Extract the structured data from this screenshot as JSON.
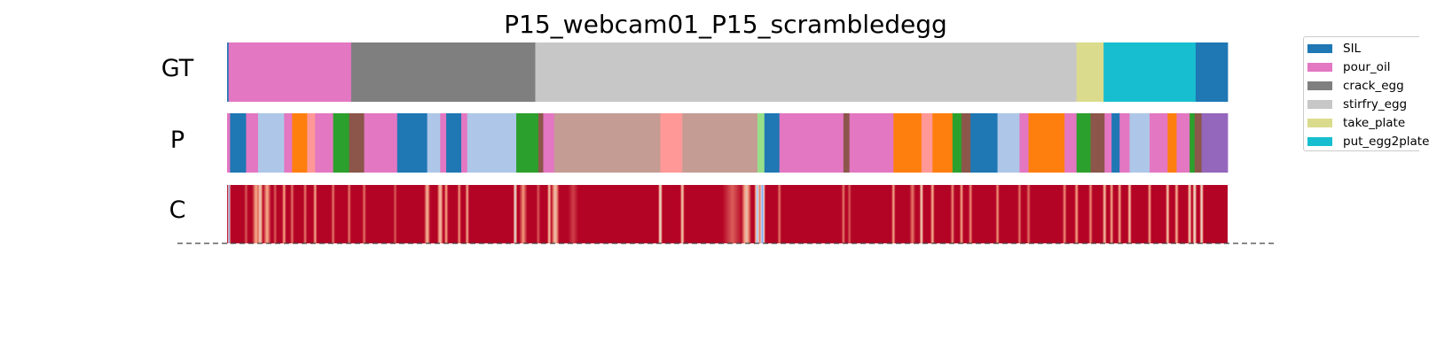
{
  "chart_data": {
    "type": "segmentation_timeline",
    "title": "P15_webcam01_P15_scrambledegg",
    "x_range": [
      0,
      1000
    ],
    "rows": [
      {
        "label": "GT",
        "segments": [
          {
            "start": 0,
            "end": 1.5,
            "label": "SIL"
          },
          {
            "start": 1.5,
            "end": 124,
            "label": "pour_oil"
          },
          {
            "start": 124,
            "end": 308,
            "label": "crack_egg"
          },
          {
            "start": 308,
            "end": 849,
            "label": "stirfry_egg"
          },
          {
            "start": 849,
            "end": 876,
            "label": "take_plate"
          },
          {
            "start": 876,
            "end": 968,
            "label": "put_egg2plate"
          },
          {
            "start": 968,
            "end": 1000,
            "label": "SIL"
          }
        ]
      },
      {
        "label": "P",
        "segments": [
          {
            "start": 0,
            "end": 3,
            "color": "#e377c2"
          },
          {
            "start": 3,
            "end": 19,
            "color": "#1f77b4"
          },
          {
            "start": 19,
            "end": 31,
            "color": "#e377c2"
          },
          {
            "start": 31,
            "end": 57,
            "color": "#aec7e8"
          },
          {
            "start": 57,
            "end": 65,
            "color": "#e377c2"
          },
          {
            "start": 65,
            "end": 80,
            "color": "#ff7f0e"
          },
          {
            "start": 80,
            "end": 88,
            "color": "#ff9896"
          },
          {
            "start": 88,
            "end": 106,
            "color": "#e377c2"
          },
          {
            "start": 106,
            "end": 122,
            "color": "#2ca02c"
          },
          {
            "start": 122,
            "end": 137,
            "color": "#8c564b"
          },
          {
            "start": 137,
            "end": 170,
            "color": "#e377c2"
          },
          {
            "start": 170,
            "end": 200,
            "color": "#1f77b4"
          },
          {
            "start": 200,
            "end": 213,
            "color": "#aec7e8"
          },
          {
            "start": 213,
            "end": 219,
            "color": "#e377c2"
          },
          {
            "start": 219,
            "end": 234,
            "color": "#1f77b4"
          },
          {
            "start": 234,
            "end": 240,
            "color": "#e377c2"
          },
          {
            "start": 240,
            "end": 289,
            "color": "#aec7e8"
          },
          {
            "start": 289,
            "end": 311,
            "color": "#2ca02c"
          },
          {
            "start": 311,
            "end": 316,
            "color": "#8c564b"
          },
          {
            "start": 316,
            "end": 327,
            "color": "#e377c2"
          },
          {
            "start": 327,
            "end": 433,
            "color": "#c49c94"
          },
          {
            "start": 433,
            "end": 455,
            "color": "#ff9896"
          },
          {
            "start": 455,
            "end": 530,
            "color": "#c49c94"
          },
          {
            "start": 530,
            "end": 537,
            "color": "#98df8a"
          },
          {
            "start": 537,
            "end": 552,
            "color": "#1f77b4"
          },
          {
            "start": 552,
            "end": 616,
            "color": "#e377c2"
          },
          {
            "start": 616,
            "end": 622,
            "color": "#8c564b"
          },
          {
            "start": 622,
            "end": 666,
            "color": "#e377c2"
          },
          {
            "start": 666,
            "end": 694,
            "color": "#ff7f0e"
          },
          {
            "start": 694,
            "end": 705,
            "color": "#ff9896"
          },
          {
            "start": 705,
            "end": 725,
            "color": "#ff7f0e"
          },
          {
            "start": 725,
            "end": 734,
            "color": "#2ca02c"
          },
          {
            "start": 734,
            "end": 743,
            "color": "#8c564b"
          },
          {
            "start": 743,
            "end": 770,
            "color": "#1f77b4"
          },
          {
            "start": 770,
            "end": 792,
            "color": "#aec7e8"
          },
          {
            "start": 792,
            "end": 801,
            "color": "#e377c2"
          },
          {
            "start": 801,
            "end": 837,
            "color": "#ff7f0e"
          },
          {
            "start": 837,
            "end": 849,
            "color": "#e377c2"
          },
          {
            "start": 849,
            "end": 863,
            "color": "#2ca02c"
          },
          {
            "start": 863,
            "end": 877,
            "color": "#8c564b"
          },
          {
            "start": 877,
            "end": 884,
            "color": "#e377c2"
          },
          {
            "start": 884,
            "end": 892,
            "color": "#1f77b4"
          },
          {
            "start": 892,
            "end": 902,
            "color": "#e377c2"
          },
          {
            "start": 902,
            "end": 922,
            "color": "#aec7e8"
          },
          {
            "start": 922,
            "end": 940,
            "color": "#e377c2"
          },
          {
            "start": 940,
            "end": 949,
            "color": "#ff7f0e"
          },
          {
            "start": 949,
            "end": 962,
            "color": "#e377c2"
          },
          {
            "start": 962,
            "end": 967,
            "color": "#2ca02c"
          },
          {
            "start": 967,
            "end": 974,
            "color": "#8c564b"
          },
          {
            "start": 974,
            "end": 1000,
            "color": "#9467bd"
          }
        ]
      },
      {
        "label": "C",
        "colormap": "coolwarm",
        "value_range": [
          0,
          1
        ],
        "base_value": 1.0,
        "dips": [
          [
            2,
            0.2,
            1.5
          ],
          [
            19,
            0.85,
            2
          ],
          [
            29,
            0.7,
            4
          ],
          [
            33,
            0.55,
            3
          ],
          [
            40,
            0.7,
            4
          ],
          [
            48,
            0.85,
            2
          ],
          [
            57,
            0.7,
            2
          ],
          [
            65,
            0.8,
            2
          ],
          [
            78,
            0.8,
            2
          ],
          [
            88,
            0.7,
            2
          ],
          [
            106,
            0.8,
            2
          ],
          [
            122,
            0.8,
            2
          ],
          [
            137,
            0.8,
            2
          ],
          [
            168,
            0.85,
            2
          ],
          [
            200,
            0.65,
            3
          ],
          [
            213,
            0.6,
            3
          ],
          [
            219,
            0.7,
            2
          ],
          [
            232,
            0.75,
            2
          ],
          [
            240,
            0.7,
            2
          ],
          [
            288,
            0.45,
            2
          ],
          [
            296,
            0.75,
            4
          ],
          [
            311,
            0.85,
            2
          ],
          [
            322,
            0.6,
            2
          ],
          [
            328,
            0.6,
            4
          ],
          [
            346,
            0.9,
            5
          ],
          [
            433,
            0.45,
            2
          ],
          [
            455,
            0.55,
            2
          ],
          [
            505,
            0.85,
            10
          ],
          [
            519,
            0.6,
            5
          ],
          [
            530,
            0.3,
            3
          ],
          [
            535,
            0.15,
            3
          ],
          [
            552,
            0.8,
            2
          ],
          [
            616,
            0.8,
            2
          ],
          [
            622,
            0.85,
            2
          ],
          [
            666,
            0.7,
            2
          ],
          [
            685,
            0.8,
            3
          ],
          [
            694,
            0.55,
            2
          ],
          [
            705,
            0.65,
            2
          ],
          [
            725,
            0.75,
            2
          ],
          [
            734,
            0.7,
            2
          ],
          [
            743,
            0.75,
            2
          ],
          [
            770,
            0.75,
            2
          ],
          [
            792,
            0.8,
            2
          ],
          [
            801,
            0.8,
            2
          ],
          [
            837,
            0.75,
            2
          ],
          [
            849,
            0.7,
            2
          ],
          [
            863,
            0.75,
            2
          ],
          [
            877,
            0.6,
            2
          ],
          [
            884,
            0.7,
            2
          ],
          [
            892,
            0.7,
            2
          ],
          [
            902,
            0.6,
            2
          ],
          [
            922,
            0.7,
            2
          ],
          [
            940,
            0.6,
            2
          ],
          [
            949,
            0.65,
            2
          ],
          [
            962,
            0.55,
            2
          ],
          [
            967,
            0.45,
            2
          ],
          [
            974,
            0.5,
            2
          ]
        ]
      }
    ],
    "legend": {
      "placement": "right",
      "entries": [
        {
          "name": "SIL",
          "color": "#1f77b4"
        },
        {
          "name": "pour_oil",
          "color": "#e377c2"
        },
        {
          "name": "crack_egg",
          "color": "#7f7f7f"
        },
        {
          "name": "stirfry_egg",
          "color": "#c7c7c7"
        },
        {
          "name": "take_plate",
          "color": "#dbdb8d"
        },
        {
          "name": "put_egg2plate",
          "color": "#17becf"
        }
      ]
    }
  }
}
